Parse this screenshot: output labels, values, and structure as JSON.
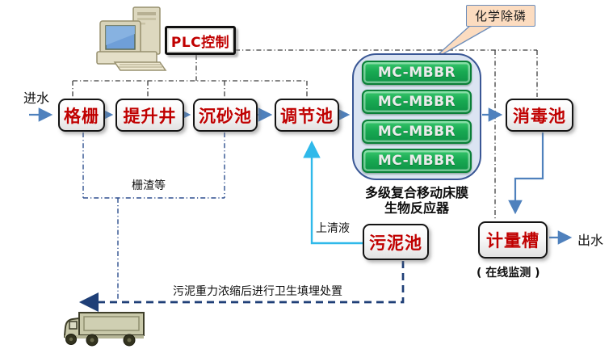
{
  "labels": {
    "influent": "进水",
    "effluent": "出水",
    "plc": "PLC控制",
    "screen": "格栅",
    "lift_well": "提升井",
    "grit_chamber": "沉砂池",
    "regulating_tank": "调节池",
    "disinfection_tank": "消毒池",
    "sludge_tank": "污泥池",
    "metering_tank": "计量槽",
    "online_monitoring": "( 在线监测 )",
    "screen_residue": "栅渣等",
    "supernatant": "上清液",
    "sludge_disposal": "污泥重力浓缩后进行卫生填埋处置"
  },
  "callout": {
    "text": "化学除磷"
  },
  "mbbr": {
    "units": [
      "MC-MBBR",
      "MC-MBBR",
      "MC-MBBR",
      "MC-MBBR"
    ],
    "caption_line1": "多级复合移动床膜",
    "caption_line2": "生物反应器"
  },
  "icons": [
    "computer-icon",
    "truck-icon"
  ],
  "colors": {
    "node_text": "#c00000",
    "node_border": "#141414",
    "flow_arrow_blue": "#4f81bd",
    "supernatant_cyan": "#2fb9ea",
    "sludge_dashed_navy": "#1f3f77",
    "control_dashdot_dark": "#3f3f3f",
    "residue_dashdot_navy": "#2e4f8f",
    "mbbr_green": "#18a952",
    "mbbr_container_fill": "#dbe4f2",
    "mbbr_container_border": "#3a5795",
    "callout_fill": "#fcdcc0",
    "callout_border": "#6b8cba"
  }
}
